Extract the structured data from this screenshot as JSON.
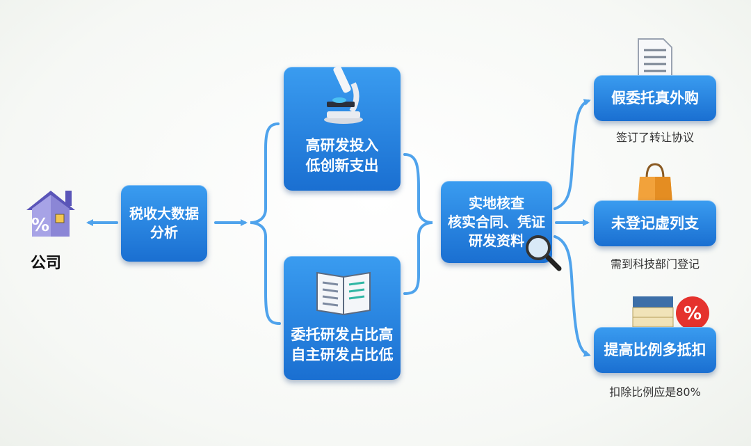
{
  "company": {
    "label": "公司"
  },
  "analysis": {
    "lines": [
      "税收大数据",
      "分析"
    ]
  },
  "flags": [
    {
      "lines": [
        "高研发投入",
        "低创新支出"
      ]
    },
    {
      "lines": [
        "委托研发占比高",
        "自主研发占比低"
      ]
    }
  ],
  "check": {
    "lines": [
      "实地核查",
      "核实合同、凭证",
      "研发资料"
    ]
  },
  "findings": [
    {
      "title": "假委托真外购",
      "note": "签订了转让协议",
      "icon": "document-icon"
    },
    {
      "title": "未登记虚列支",
      "note": "需到科技部门登记",
      "icon": "shopping-bag-icon"
    },
    {
      "title": "提高比例多抵扣",
      "note": "扣除比例应是80%",
      "icon": "books-percent-icon"
    }
  ],
  "colors": {
    "box": "#1f78d8",
    "arrow": "#4fa3ec",
    "badge": "#e5322d"
  }
}
